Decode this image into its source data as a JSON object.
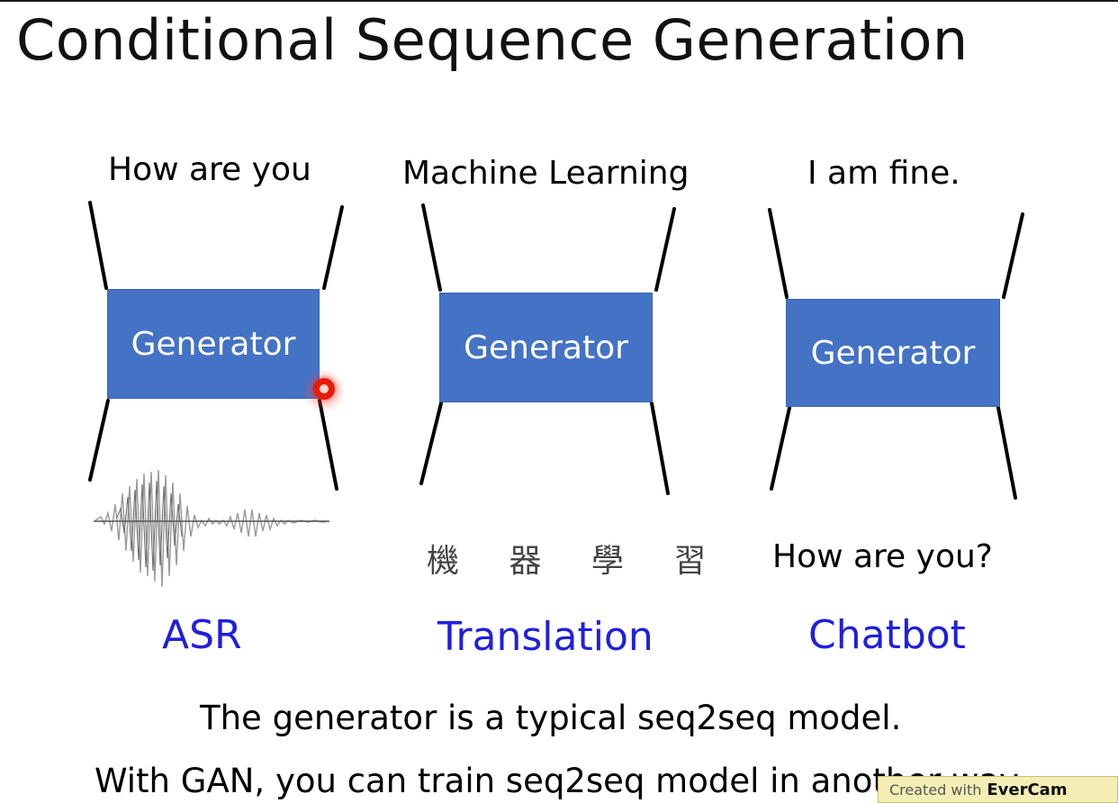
{
  "slide": {
    "title": "Conditional Sequence Generation",
    "columns": [
      {
        "output_text": "How are you",
        "generator_label": "Generator",
        "input_text": "",
        "input_kind": "audio-waveform-icon",
        "task_label": "ASR"
      },
      {
        "output_text": "Machine Learning",
        "generator_label": "Generator",
        "input_text": "機 器 學 習",
        "task_label": "Translation"
      },
      {
        "output_text": "I am fine.",
        "generator_label": "Generator",
        "input_text": "How are you?",
        "task_label": "Chatbot"
      }
    ],
    "caption_line1": "The generator is a typical seq2seq model.",
    "caption_line2": "With GAN, you can train seq2seq model in another way."
  },
  "watermark": {
    "prefix": "Created with",
    "brand": "EverCam"
  },
  "colors": {
    "generator_box": "#4472c4",
    "task_label": "#1f1fe0",
    "pointer": "#e81b0b"
  }
}
